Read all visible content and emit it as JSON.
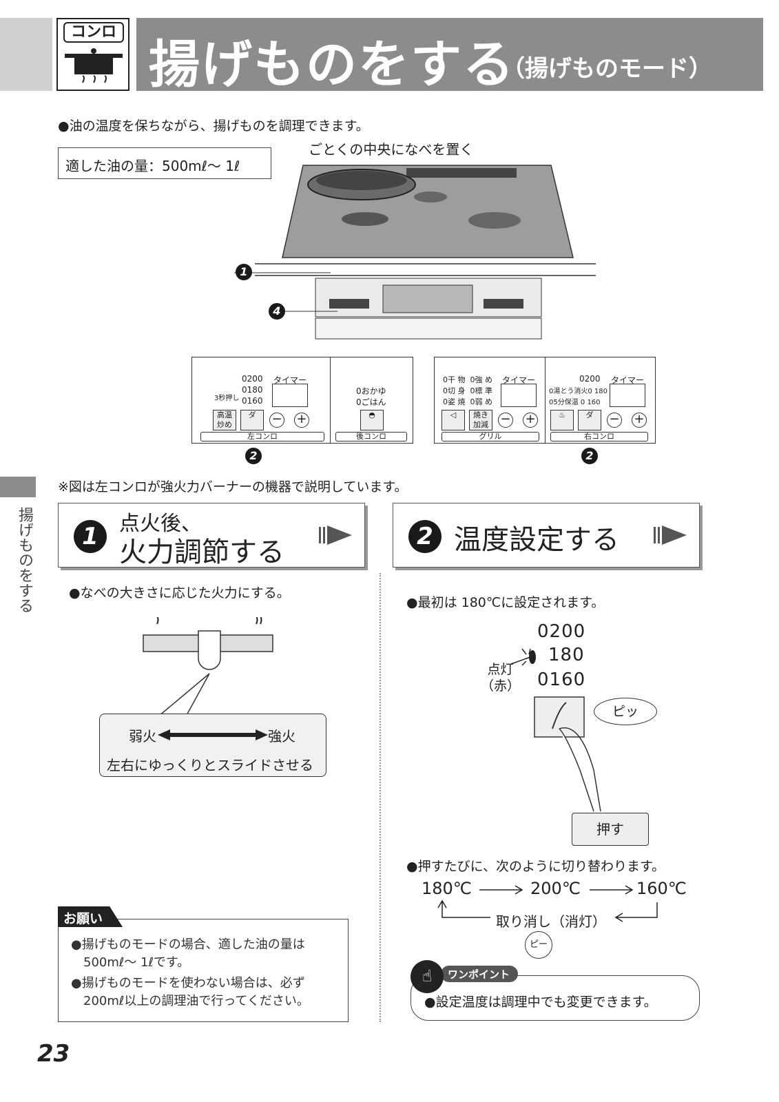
{
  "header": {
    "icon_label": "コンロ",
    "title": "揚げものをする",
    "subtitle": "（揚げものモード）"
  },
  "intro": "●油の温度を保ちながら、揚げものを調理できます。",
  "oil_amount": "適した油の量：500mℓ～ 1ℓ",
  "pan_callout": "ごとくの中央になべを置く",
  "markers": {
    "one": "1",
    "four": "4",
    "two": "2"
  },
  "panels": {
    "left": {
      "temps": [
        "0200",
        "0180",
        "0160"
      ],
      "timer": "タイマー",
      "hold": "3秒押し",
      "btn_hot": "高温\n炒め",
      "label": "左コンロ"
    },
    "rear": {
      "items": [
        "0おかゆ",
        "0ごはん"
      ],
      "label": "後コンロ"
    },
    "grill": {
      "rows": [
        "0干 物  0強 め",
        "0切 身  0標 準",
        "0姿 焼  0弱 め"
      ],
      "timer": "タイマー",
      "btn_yaki": "焼き\n加減",
      "label": "グリル"
    },
    "right": {
      "temps": [
        "0200",
        "0湯とう消火0 180",
        "05分保温 0 160"
      ],
      "timer": "タイマー",
      "label": "右コンロ"
    }
  },
  "note": "※図は左コンロが強火力バーナーの機器で説明しています。",
  "side_tab": "揚げものをする",
  "step1": {
    "num": "1",
    "line1": "点火後、",
    "line2": "火力調節する",
    "bullet": "●なべの大きさに応じた火力にする。",
    "weak": "弱火",
    "strong": "強火",
    "slide": "左右にゆっくりとスライドさせる"
  },
  "step2": {
    "num": "2",
    "title": "温度設定する",
    "bullet": "●最初は 180℃に設定されます。",
    "temp200": "0200",
    "temp180": "180",
    "temp160": "0160",
    "lit": "点灯\n（赤）",
    "pii": "ピッ",
    "push": "押す",
    "cycle_text": "●押すたびに、次のように切り替わります。",
    "c180": "180℃",
    "c200": "200℃",
    "c160": "160℃",
    "cancel": "取り消し（消灯）",
    "bee": "ピー"
  },
  "request": {
    "tag": "お願い",
    "item1": "●揚げものモードの場合、適した油の量は\n　500mℓ～ 1ℓです。",
    "item2": "●揚げものモードを使わない場合は、必ず\n　200mℓ以上の調理油で行ってください。"
  },
  "one_point": {
    "tag": "ワンポイント",
    "text": "●設定温度は調理中でも変更できます。"
  },
  "page_number": "23"
}
